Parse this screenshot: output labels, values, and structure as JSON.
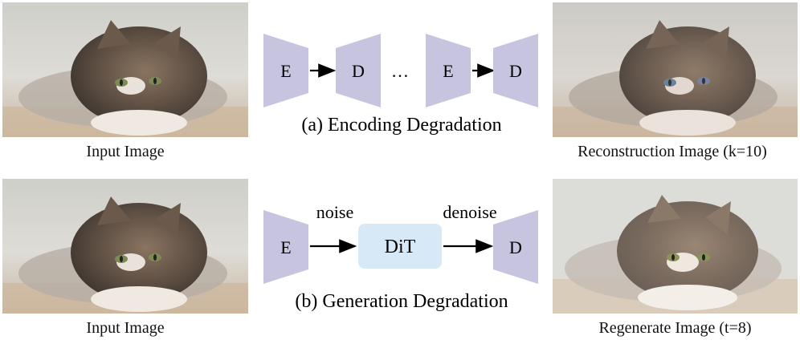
{
  "top_row": {
    "input_caption": "Input Image",
    "output_caption": "Reconstruction Image (k=10)",
    "diagram": {
      "title": "(a) Encoding Degradation",
      "encoder_label_1": "E",
      "decoder_label_1": "D",
      "ellipsis": "…",
      "encoder_label_2": "E",
      "decoder_label_2": "D"
    }
  },
  "bottom_row": {
    "input_caption": "Input Image",
    "output_caption": "Regenerate Image (t=8)",
    "diagram": {
      "title": "(b) Generation Degradation",
      "encoder_label": "E",
      "noise_label": "noise",
      "dit_label": "DiT",
      "denoise_label": "denoise",
      "decoder_label": "D"
    }
  },
  "colors": {
    "trapezoid": "#c7c4e0",
    "dit_box": "#d7e9f7",
    "arrow": "#000000"
  }
}
